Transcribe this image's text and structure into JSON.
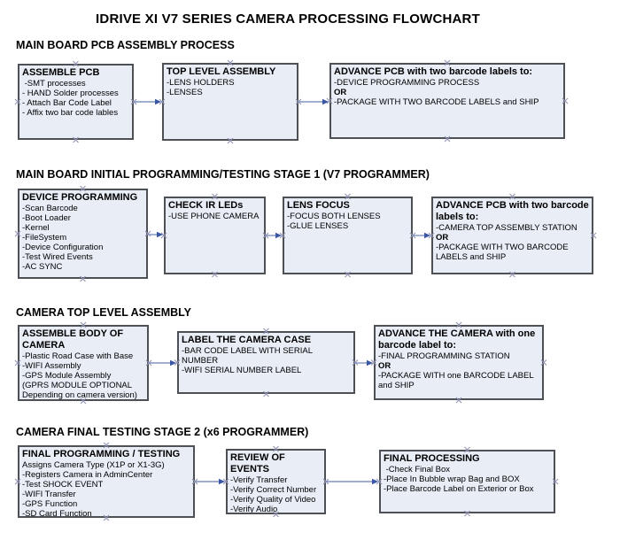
{
  "title": "IDRIVE XI V7 SERIES CAMERA PROCESSING FLOWCHART",
  "colors": {
    "box_fill": "#e8edf6",
    "box_border": "#4d5055",
    "connector_line": "#8193c0",
    "arrowhead": "#3a57a5",
    "connection_marker": "#9193b4"
  },
  "sections": [
    {
      "header": "MAIN BOARD PCB ASSEMBLY PROCESS",
      "boxes": [
        {
          "title": "ASSEMBLE PCB",
          "lines": [
            " -SMT processes",
            "- HAND Solder processes",
            "- Attach Bar Code Label",
            "- Affix two bar code lables"
          ]
        },
        {
          "title": "TOP LEVEL ASSEMBLY",
          "lines": [
            "-LENS HOLDERS",
            "-LENSES"
          ]
        },
        {
          "title": "ADVANCE PCB with two barcode labels to:",
          "lines": [
            "-DEVICE PROGRAMMING PROCESS",
            "OR",
            "-PACKAGE WITH TWO BARCODE LABELS and SHIP"
          ]
        }
      ]
    },
    {
      "header": "MAIN BOARD INITIAL PROGRAMMING/TESTING STAGE 1 (V7 PROGRAMMER)",
      "boxes": [
        {
          "title": "DEVICE PROGRAMMING",
          "lines": [
            "-Scan Barcode",
            "-Boot Loader",
            "-Kernel",
            "-FileSystem",
            "-Device Configuration",
            "-Test Wired Events",
            "-AC SYNC"
          ]
        },
        {
          "title": "CHECK IR LEDs",
          "lines": [
            "-USE PHONE CAMERA"
          ]
        },
        {
          "title": "LENS FOCUS",
          "lines": [
            "-FOCUS BOTH LENSES",
            "-GLUE LENSES"
          ]
        },
        {
          "title": "ADVANCE PCB with two barcode labels to:",
          "lines": [
            "-CAMERA TOP ASSEMBLY STATION",
            "OR",
            "-PACKAGE WITH TWO BARCODE LABELS and SHIP"
          ]
        }
      ]
    },
    {
      "header": "CAMERA TOP LEVEL ASSEMBLY",
      "boxes": [
        {
          "title": "ASSEMBLE BODY OF CAMERA",
          "lines": [
            "-Plastic Road Case with Base",
            "-WIFI Assembly",
            "-GPS Module Assembly",
            "(GPRS MODULE OPTIONAL Depending on camera version)"
          ]
        },
        {
          "title": "LABEL THE CAMERA CASE",
          "lines": [
            "-BAR CODE LABEL WITH SERIAL NUMBER",
            "-WIFI SERIAL NUMBER LABEL"
          ]
        },
        {
          "title": "ADVANCE THE CAMERA with one barcode label to:",
          "lines": [
            "-FINAL PROGRAMMING STATION",
            "OR",
            "-PACKAGE WITH one BARCODE LABEL and SHIP"
          ]
        }
      ]
    },
    {
      "header": "CAMERA FINAL TESTING STAGE 2 (x6 PROGRAMMER)",
      "boxes": [
        {
          "title": "FINAL PROGRAMMING / TESTING",
          "lines": [
            "Assigns Camera Type (X1P or X1-3G)",
            "-Registers Camera in AdminCenter",
            "-Test SHOCK EVENT",
            "-WIFI Transfer",
            "-GPS Function",
            "-SD Card Function"
          ]
        },
        {
          "title": "REVIEW OF EVENTS",
          "lines": [
            "-Verify Transfer",
            "-Verify Correct Number",
            "-Verify Quality of Video",
            "-Verify Audio"
          ]
        },
        {
          "title": "FINAL PROCESSING",
          "lines": [
            " -Check Final Box",
            "-Place In Bubble wrap Bag and BOX",
            "-Place Barcode Label on Exterior or Box"
          ]
        }
      ]
    }
  ]
}
